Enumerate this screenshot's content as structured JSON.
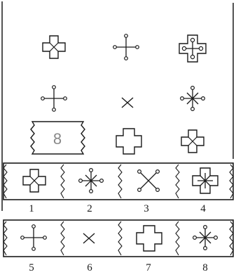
{
  "colors": {
    "ink": "#1a1a1a",
    "paper": "#ffffff",
    "muted": "#888888"
  },
  "matrix": {
    "cells": [
      {
        "row": 1,
        "col": 1,
        "icon": "plus-outline-icon"
      },
      {
        "row": 1,
        "col": 2,
        "icon": "small-cross-circles-icon"
      },
      {
        "row": 1,
        "col": 3,
        "icon": "plus-with-circles-icon"
      },
      {
        "row": 2,
        "col": 1,
        "icon": "small-cross-circles-icon"
      },
      {
        "row": 2,
        "col": 2,
        "icon": "x-mark-icon"
      },
      {
        "row": 2,
        "col": 3,
        "icon": "star-circles-icon"
      },
      {
        "row": 3,
        "col": 1,
        "icon": "number-8-icon",
        "text": "8"
      },
      {
        "row": 3,
        "col": 2,
        "icon": "plus-outline-icon"
      },
      {
        "row": 3,
        "col": 3,
        "icon": "plus-outline-icon"
      }
    ]
  },
  "options": [
    {
      "label": "1",
      "icon": "plus-outline-icon"
    },
    {
      "label": "2",
      "icon": "star-circles-icon"
    },
    {
      "label": "3",
      "icon": "diagonal-x-circles-icon"
    },
    {
      "label": "4",
      "icon": "plus-with-star-icon"
    },
    {
      "label": "5",
      "icon": "small-cross-circles-icon"
    },
    {
      "label": "6",
      "icon": "x-mark-icon"
    },
    {
      "label": "7",
      "icon": "plus-outline-icon"
    },
    {
      "label": "8",
      "icon": "star-circles-icon"
    }
  ]
}
